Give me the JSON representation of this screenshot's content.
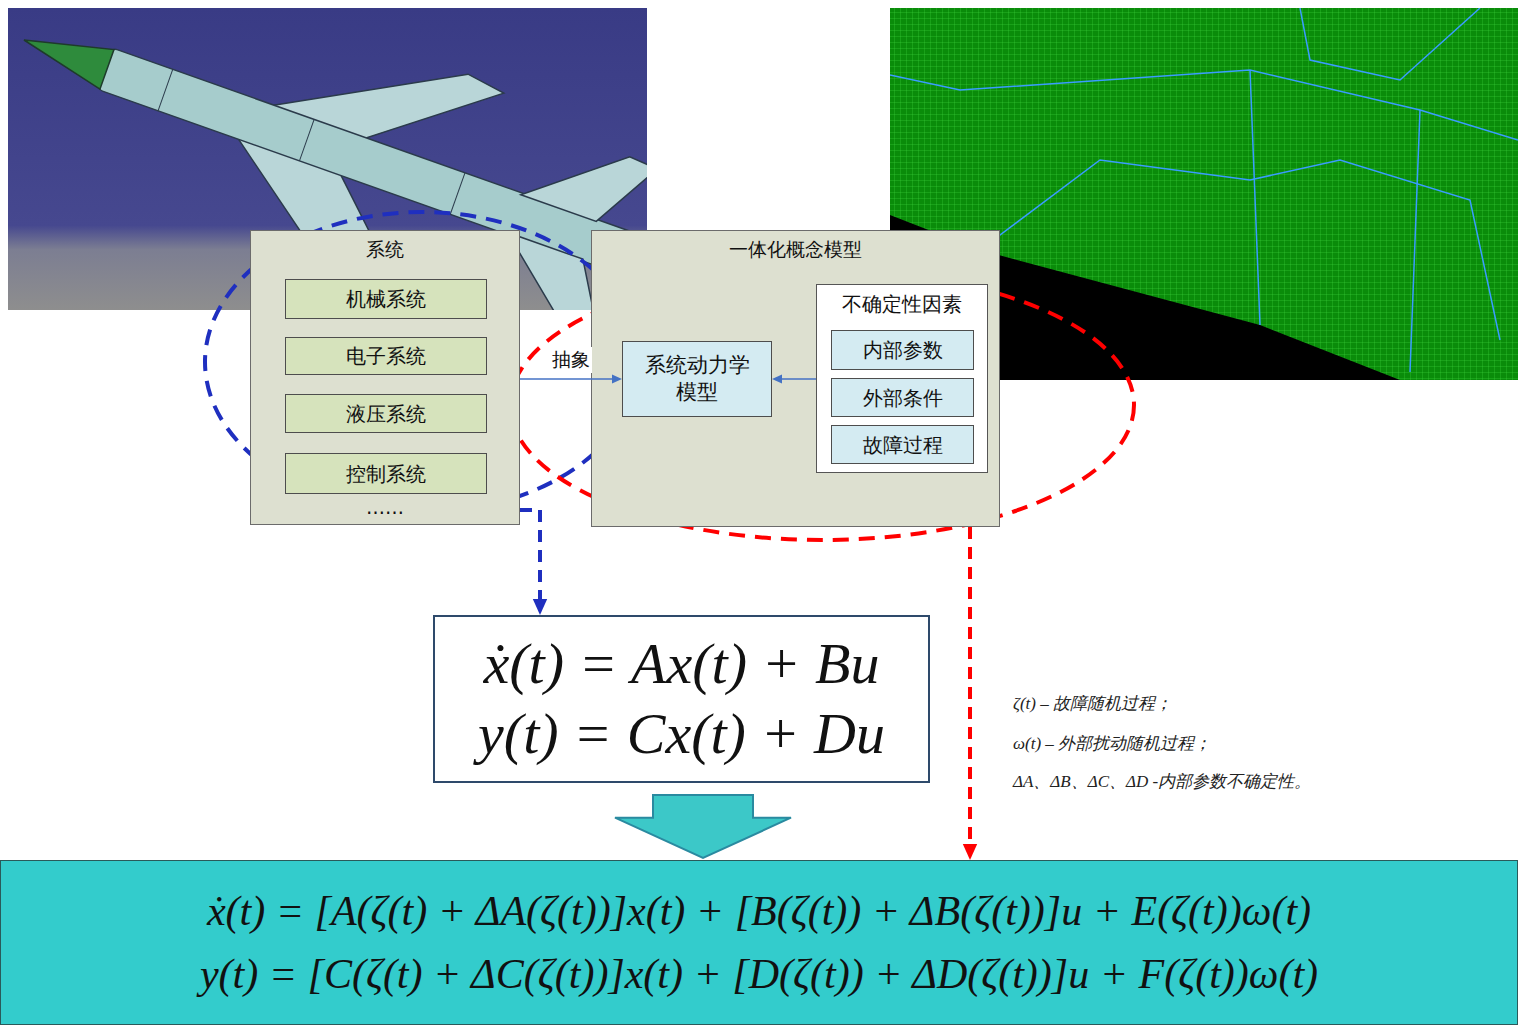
{
  "diagram": {
    "nodes": [
      {
        "text": [
          "系统",
          "……"
        ]
      },
      {
        "text": [
          "机械系统"
        ],
        "in": 0
      },
      {
        "text": [
          "电子系统"
        ],
        "in": 0
      },
      {
        "text": [
          "液压系统"
        ],
        "in": 0
      },
      {
        "text": [
          "控制系统"
        ],
        "in": 0
      },
      {
        "text": [
          "一体化概念模型"
        ]
      },
      {
        "text": [
          "系统动力学模型"
        ],
        "in": 5
      },
      {
        "text": [
          "不确定性因素"
        ],
        "in": 5
      },
      {
        "text": [
          "内部参数"
        ],
        "in": 7
      },
      {
        "text": [
          "外部条件"
        ],
        "in": 7
      },
      {
        "text": [
          "故障过程"
        ],
        "in": 7
      },
      {
        "text": [
          "ẋ(t) = Ax(t) + Bu",
          "y(t) = Cx(t) + Du"
        ]
      },
      {
        "text": [
          "ẋ(t) = [A(ζ(t) + ΔA(ζ(t))]x(t) + [B(ζ(t)) + ΔB(ζ(t))]u + E(ζ(t))ω(t)",
          "y(t) = [C(ζ(t) + ΔC(ζ(t))]x(t) + [D(ζ(t)) + ΔD(ζ(t))]u + F(ζ(t))ω(t)"
        ]
      }
    ],
    "edges": [
      {
        "from": 0,
        "to": 6,
        "label": "抽象",
        "arrow": "to"
      },
      {
        "from": 7,
        "to": 6,
        "arrow": "to"
      },
      {
        "from": 0,
        "to": 11,
        "arrow": "to"
      },
      {
        "from": 5,
        "to": 12,
        "arrow": "to"
      },
      {
        "from": 11,
        "to": 12,
        "arrow": "to"
      }
    ],
    "labels": [
      "ζ(t) – 故障随机过程；",
      "ω(t) – 外部扰动随机过程；",
      "ΔA、ΔB、ΔC、ΔD -内部参数不确定性。"
    ]
  }
}
